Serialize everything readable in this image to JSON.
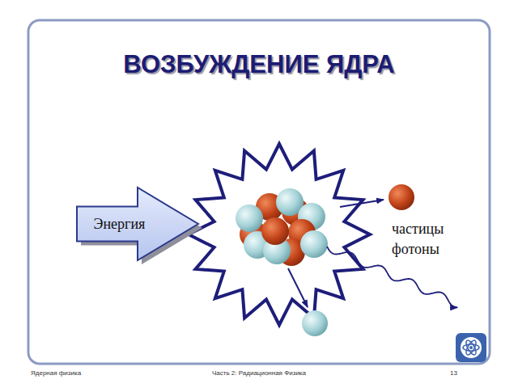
{
  "diagram": {
    "title": "ВОЗБУЖДЕНИЕ ЯДРА",
    "nodes": [
      {
        "text": [
          "Энергия"
        ]
      }
    ],
    "labels": [
      "частицы",
      "фотоны",
      "Ядерная физика",
      "Часть 2: Радиационная Физика",
      "13"
    ]
  }
}
